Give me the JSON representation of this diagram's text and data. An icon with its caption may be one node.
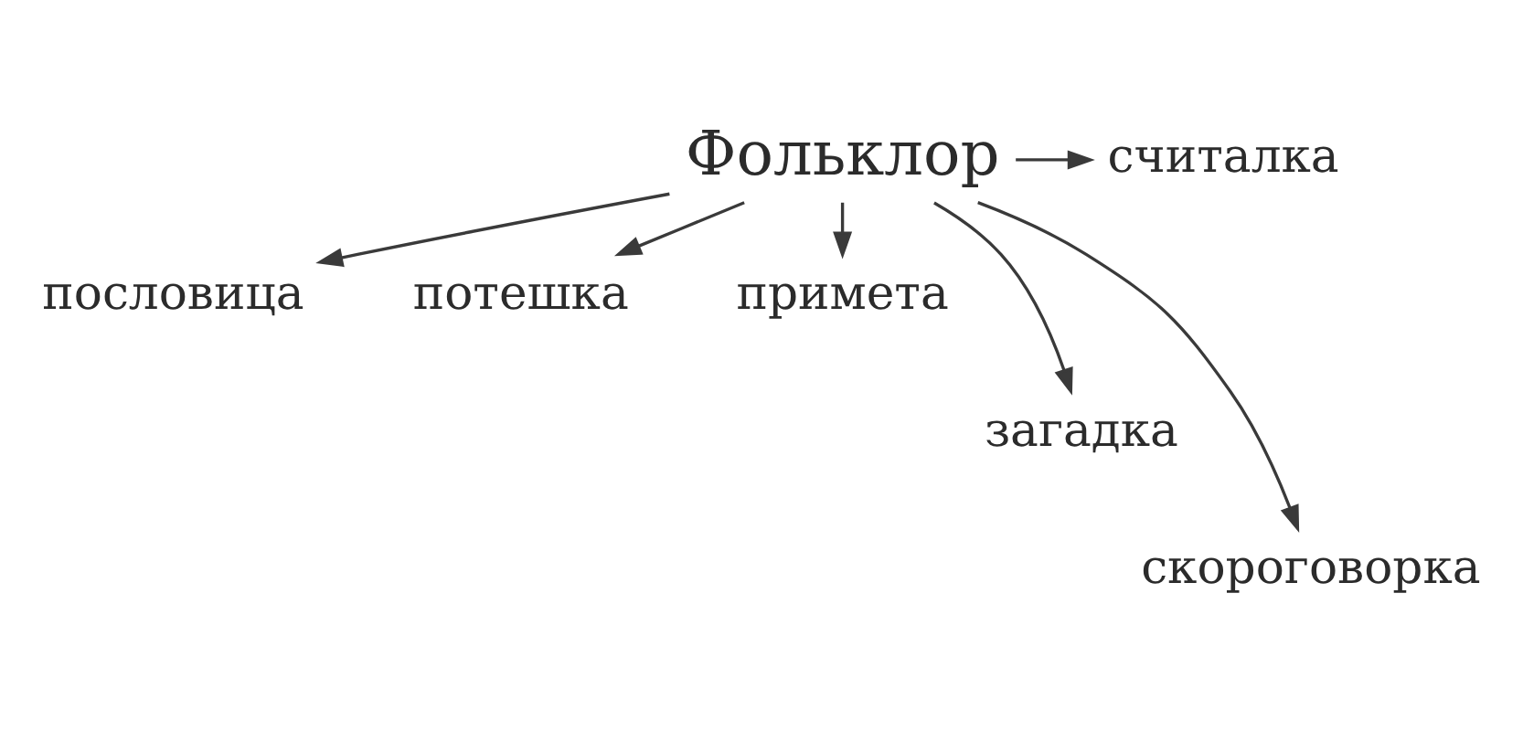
{
  "diagram": {
    "nodes": [
      {
        "text": [
          "Фольклор"
        ]
      },
      {
        "text": [
          "считалка"
        ]
      },
      {
        "text": [
          "пословица"
        ]
      },
      {
        "text": [
          "потешка"
        ]
      },
      {
        "text": [
          "примета"
        ]
      },
      {
        "text": [
          "загадка"
        ]
      },
      {
        "text": [
          "скороговорка"
        ]
      }
    ],
    "edges": [
      {
        "from": 0,
        "to": 2,
        "arrow": "to"
      },
      {
        "from": 0,
        "to": 5,
        "arrow": "to"
      },
      {
        "from": 0,
        "to": 3,
        "arrow": "to"
      },
      {
        "from": 0,
        "to": 6,
        "arrow": "to"
      },
      {
        "from": 0,
        "to": 4,
        "arrow": "to"
      },
      {
        "from": 0,
        "to": 1,
        "arrow": "to"
      }
    ]
  }
}
